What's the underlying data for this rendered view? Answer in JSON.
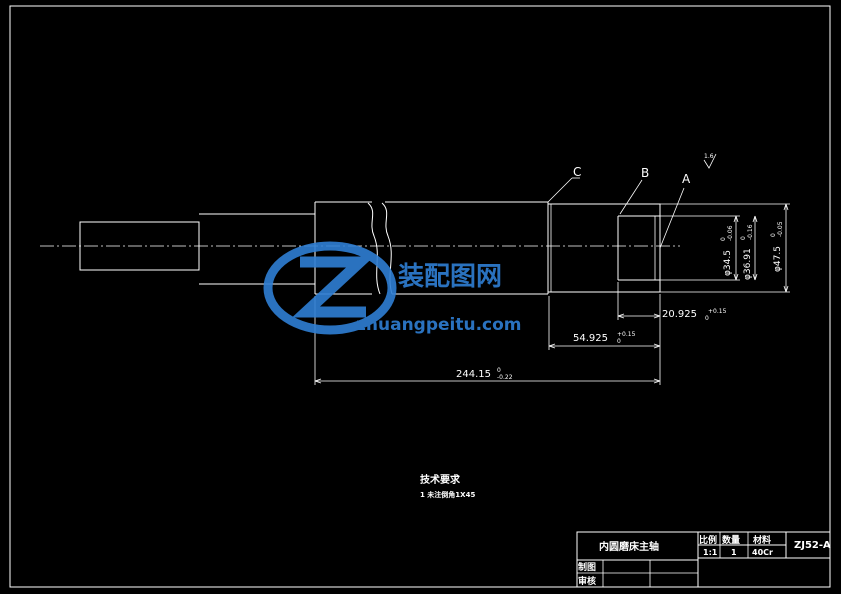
{
  "labels": {
    "c": "C",
    "b": "B",
    "a": "A"
  },
  "roughness": "1.6",
  "dimensions": {
    "overall_length": "244.15",
    "overall_tol_upper": "0",
    "overall_tol_lower": "-0.22",
    "bore_depth": "54.925",
    "bore_depth_tol_upper": "+0.15",
    "bore_depth_tol_lower": "0",
    "step_depth": "20.925",
    "step_depth_tol_upper": "+0.15",
    "step_depth_tol_lower": "0",
    "dia_inner_a": "φ34.5",
    "dia_inner_a_tol_upper": "0",
    "dia_inner_a_tol_lower": "-0.06",
    "dia_inner_b": "φ36.91",
    "dia_inner_b_tol_upper": "0",
    "dia_inner_b_tol_lower": "-0.16",
    "dia_outer": "φ47.5",
    "dia_outer_tol_upper": "0",
    "dia_outer_tol_lower": "-0.05"
  },
  "notes": {
    "title": "技术要求",
    "item1": "1 未注倒角1X45"
  },
  "title_block": {
    "part_name": "内圆磨床主轴",
    "scale_label": "比例",
    "quantity_label": "数量",
    "material_label": "材料",
    "drawing_no": "ZJ52-A",
    "scale_value": "1:1",
    "quantity_value": "1",
    "material_value": "40Cr",
    "drawn_label": "制图",
    "checked_label": "审核"
  },
  "watermark": {
    "brand": "装配图网",
    "url": "zhuangpeitu.com"
  }
}
